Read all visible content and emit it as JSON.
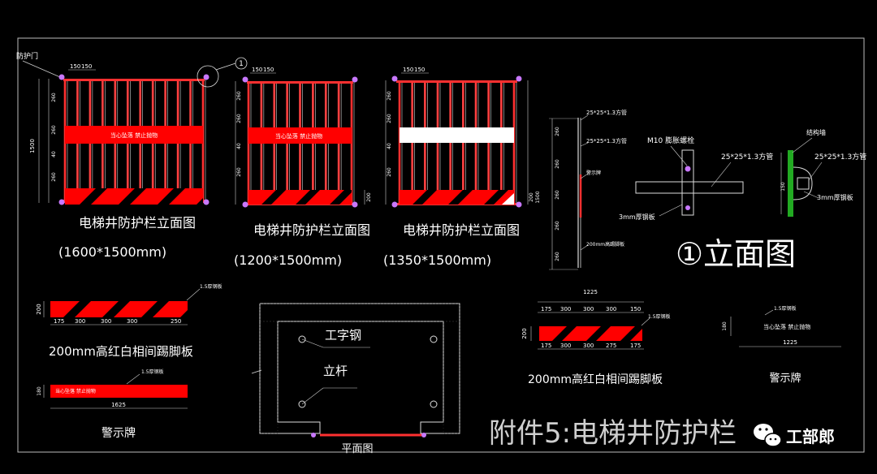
{
  "colors": {
    "background": "#000000",
    "frame": "#c8c8c8",
    "line": "#d0d0d0",
    "red": "#ff0000",
    "post": "#ff3030",
    "text": "#ffffff",
    "bolt": "#c878ff",
    "green": "#22aa22",
    "white_band": "#ffffff"
  },
  "elev1": {
    "title": "电梯井防护栏立面图",
    "size": "(1600*1500mm)",
    "top_dims": [
      "150",
      "150"
    ],
    "band_text": "当心坠落  禁止抛物",
    "left_label": "防护门",
    "left_total": "1500",
    "left_dims": [
      "260",
      "260",
      "40",
      "260"
    ],
    "callout": "1"
  },
  "elev2": {
    "title": "电梯井防护栏立面图",
    "size": "(1200*1500mm)",
    "top_dims": [
      "150",
      "150"
    ],
    "band_text": "当心坠落  禁止抛物",
    "left_dims": [
      "260",
      "260",
      "40",
      "260"
    ],
    "right_dim": "200"
  },
  "elev3": {
    "title": "电梯井防护栏立面图",
    "size": "(1350*1500mm)",
    "top_dims": [
      "150",
      "150"
    ],
    "left_dims": [
      "260",
      "260",
      "40",
      "260"
    ],
    "right_dims": [
      "200",
      "1500"
    ]
  },
  "side": {
    "dims": [
      "260",
      "260",
      "260",
      "260",
      "260"
    ],
    "labels": [
      "25*25*1.3方管",
      "25*25*1.3方管",
      "警示牌",
      "200mm高踢脚板"
    ]
  },
  "detail": {
    "title": "①立面图",
    "bolt": "M10 膨胀螺栓",
    "tube": "25*25*1.3方管",
    "plate": "3mm厚钢板",
    "wall": "结构墙",
    "tube2": "25*25*1.3方管",
    "plate2": "3mm厚钢板",
    "dim": "150"
  },
  "kick1": {
    "title": "200mm高红白相间踢脚板",
    "note": "1.5厚钢板",
    "height": "200",
    "dims": [
      "175",
      "300",
      "300",
      "300",
      "250"
    ]
  },
  "sign1": {
    "title": "警示牌",
    "note": "1.5厚钢板",
    "text": "当心坠落  禁止抛物",
    "height": "180",
    "width": "1625"
  },
  "plan": {
    "title": "平面图",
    "label1": "工字钢",
    "label2": "立杆"
  },
  "kick2": {
    "title": "200mm高红白相间踢脚板",
    "total": "1225",
    "top_dims": [
      "175",
      "300",
      "300",
      "300",
      "150"
    ],
    "bottom_dims": [
      "175",
      "300",
      "300",
      "275",
      "175"
    ],
    "note": "1.5厚钢板",
    "height": "200"
  },
  "sign2": {
    "title": "警示牌",
    "note": "1.5厚钢板",
    "text": "当心坠落  禁止抛物",
    "height": "180",
    "width": "1225"
  },
  "footer": {
    "title": "附件5:电梯井防护栏",
    "brand": "工部郎"
  }
}
